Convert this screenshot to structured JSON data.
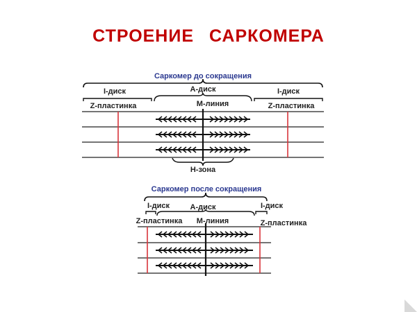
{
  "title": "СТРОЕНИЕ   САРКОМЕРА",
  "colors": {
    "title": "#c00000",
    "heading": "#2b3990",
    "z_line": "#d9343a",
    "lines": "#222222"
  },
  "diagrams": [
    {
      "heading": "Саркомер до сокращения",
      "i_disc_left": "I-диск",
      "a_disc": "А-диск",
      "i_disc_right": "I-диск",
      "z_plate_left": "Z-пластинка",
      "m_line": "М-линия",
      "z_plate_right": "Z-пластинка",
      "h_zone": "Н-зона"
    },
    {
      "heading": "Саркомер после сокращения",
      "i_disc_left": "I-диск",
      "a_disc": "А-диск",
      "i_disc_right": "I-диск",
      "z_plate_left": "Z-пластинка",
      "m_line": "М-линия",
      "z_plate_right": "Z-пластинка"
    }
  ]
}
